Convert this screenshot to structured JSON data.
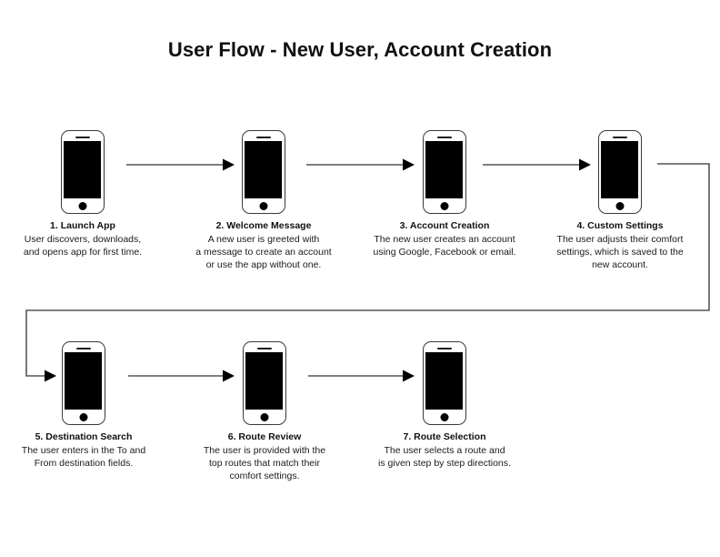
{
  "page": {
    "title": "User Flow - New User, Account Creation",
    "background_color": "#ffffff",
    "text_color": "#111111",
    "connector_color": "#555555",
    "arrow_head_color": "#000000",
    "phone_screen_color": "#000000",
    "phone_outline_color": "#3a3a3a"
  },
  "steps": [
    {
      "title": "1. Launch App",
      "desc_lines": [
        "User discovers, downloads,",
        "and opens app for first time."
      ],
      "icon": "smartphone-icon"
    },
    {
      "title": "2. Welcome Message",
      "desc_lines": [
        "A new user is greeted with",
        "a message to create an account",
        "or use the app without one."
      ],
      "icon": "smartphone-icon"
    },
    {
      "title": "3. Account Creation",
      "desc_lines": [
        "The new user creates an account",
        "using Google, Facebook or email."
      ],
      "icon": "smartphone-icon"
    },
    {
      "title": "4. Custom Settings",
      "desc_lines": [
        "The user adjusts their comfort",
        "settings, which is saved to the",
        "new account."
      ],
      "icon": "smartphone-icon"
    },
    {
      "title": "5. Destination Search",
      "desc_lines": [
        "The user enters in the To and",
        "From destination fields."
      ],
      "icon": "smartphone-icon"
    },
    {
      "title": "6. Route Review",
      "desc_lines": [
        "The user is provided with the",
        "top routes that match their",
        "comfort settings."
      ],
      "icon": "smartphone-icon"
    },
    {
      "title": "7. Route Selection",
      "desc_lines": [
        "The user selects a route and",
        "is given step by step directions."
      ],
      "icon": "smartphone-icon"
    }
  ],
  "connectors": [
    {
      "name": "arrow-step1-to-step2",
      "type": "straight-arrow-right"
    },
    {
      "name": "arrow-step2-to-step3",
      "type": "straight-arrow-right"
    },
    {
      "name": "arrow-step3-to-step4",
      "type": "straight-arrow-right"
    },
    {
      "name": "arrow-step4-to-step5",
      "type": "wrap-around-arrow"
    },
    {
      "name": "arrow-step5-to-step6",
      "type": "straight-arrow-right"
    },
    {
      "name": "arrow-step6-to-step7",
      "type": "straight-arrow-right"
    }
  ]
}
